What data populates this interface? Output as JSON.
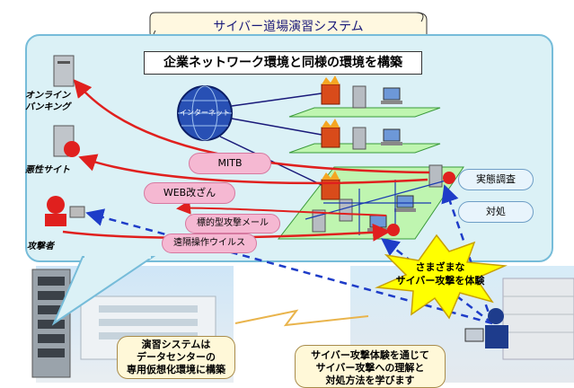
{
  "title": "サイバー道場演習システム",
  "subtitle": "企業ネットワーク環境と同様の環境を構築",
  "nodes": {
    "online_banking": "オンライン\nバンキング",
    "malicious_site": "悪性サイト",
    "attacker": "攻撃者",
    "internet": "インターネット"
  },
  "attacks": {
    "mitb": "MITB",
    "web_tamper": "WEB改ざん",
    "targeted_mail": "標的型攻撃メール",
    "remote_virus": "遠隔操作ウイルス"
  },
  "actions": {
    "investigation": "実態調査",
    "response": "対処"
  },
  "burst": "さまざまな\nサイバー攻撃を体験",
  "callouts": {
    "datacenter": "演習システムは\nデータセンターの\n専用仮想化環境に構築",
    "learning": "サイバー攻撃体験を通じて\nサイバー攻撃への理解と\n対処方法を学びます"
  },
  "colors": {
    "panel": "#dbf1f6",
    "arrow_red": "#e0201e",
    "dashed_blue": "#1e3cc8",
    "network_green": "#bff5b0",
    "burst_yellow": "#ffff00"
  }
}
